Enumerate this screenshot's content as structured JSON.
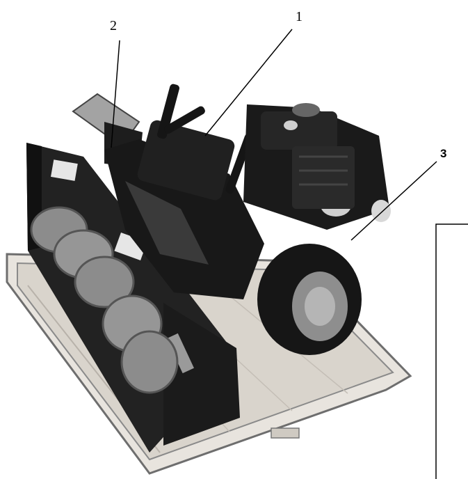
{
  "callouts": [
    {
      "label": "1"
    },
    {
      "label": "2"
    },
    {
      "label": "3"
    }
  ],
  "colors": {
    "background": "#ffffff",
    "machine_dark": "#1a1a1a",
    "pallet": "#d9d5cf",
    "auger_grey": "#8c8c8c"
  }
}
